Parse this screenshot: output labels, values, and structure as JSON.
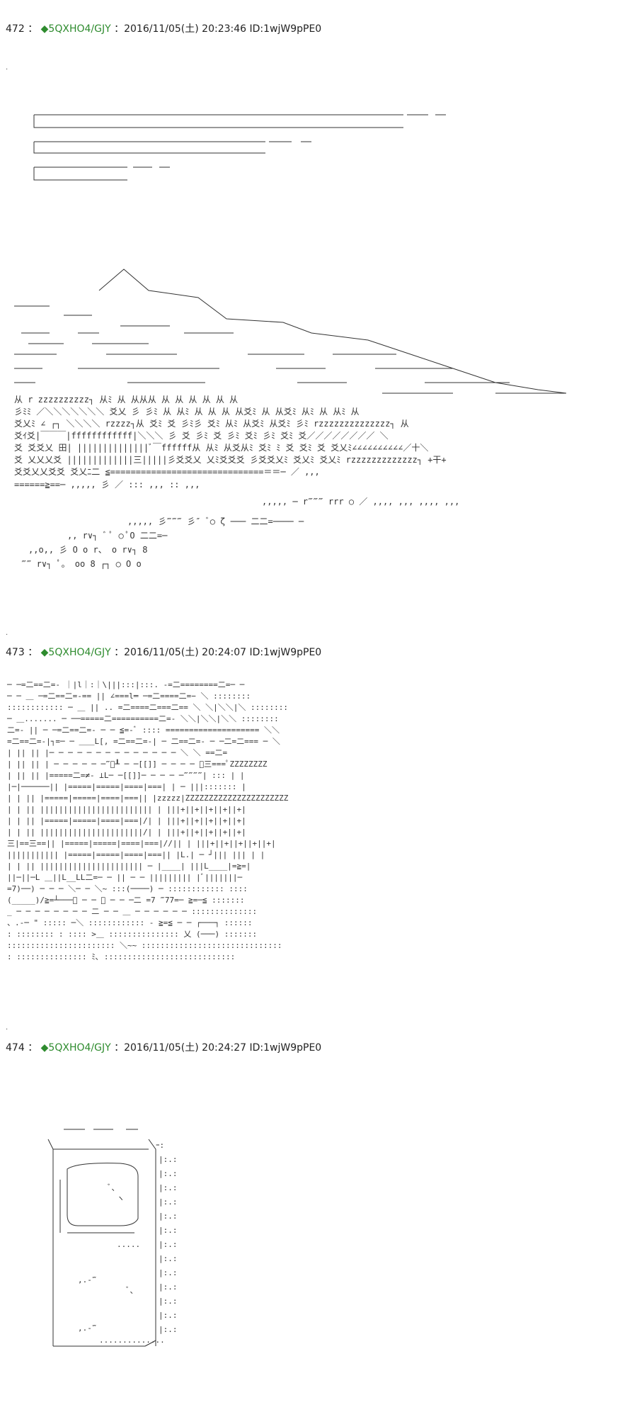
{
  "posts": [
    {
      "number": "472",
      "separator": "：",
      "diamond": "◆",
      "trip": "5QXHO4/GJY",
      "meta": "：2016/11/05(土) 20:23:46 ID:1wjW9pPE0"
    },
    {
      "number": "473",
      "separator": "：",
      "diamond": "◆",
      "trip": "5QXHO4/GJY",
      "meta": "：2016/11/05(土) 20:24:07 ID:1wjW9pPE0"
    },
    {
      "number": "474",
      "separator": "：",
      "diamond": "◆",
      "trip": "5QXHO4/GJY",
      "meta": "：2016/11/05(土) 20:24:27 ID:1wjW9pPE0"
    }
  ],
  "colors": {
    "trip": "#2e8b2e",
    "text": "#222222",
    "background": "#ffffff"
  }
}
